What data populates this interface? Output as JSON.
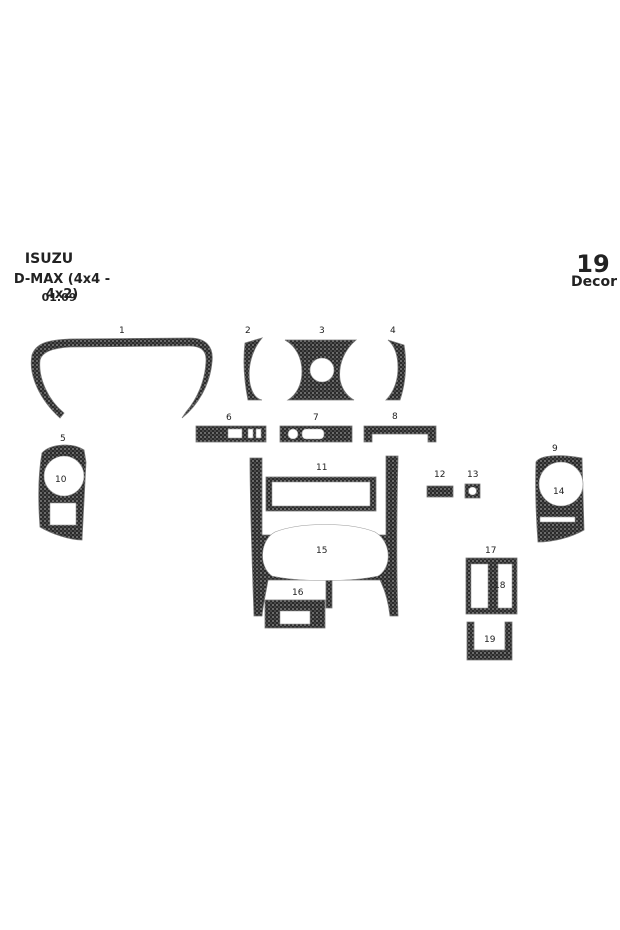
{
  "header": {
    "brand": "ISUZU",
    "model": "D-MAX (4x4 - 4x2)",
    "date": "01.09"
  },
  "set": {
    "number": "19",
    "label": "Decor"
  },
  "colors": {
    "carbon_dark": "#2a2a2a",
    "carbon_light": "#6a6a6a",
    "background": "#ffffff"
  },
  "parts": [
    {
      "id": "1"
    },
    {
      "id": "2"
    },
    {
      "id": "3"
    },
    {
      "id": "4"
    },
    {
      "id": "5"
    },
    {
      "id": "6"
    },
    {
      "id": "7"
    },
    {
      "id": "8"
    },
    {
      "id": "9"
    },
    {
      "id": "10"
    },
    {
      "id": "11"
    },
    {
      "id": "12"
    },
    {
      "id": "13"
    },
    {
      "id": "14"
    },
    {
      "id": "15"
    },
    {
      "id": "16"
    },
    {
      "id": "17"
    },
    {
      "id": "18"
    },
    {
      "id": "19"
    }
  ]
}
